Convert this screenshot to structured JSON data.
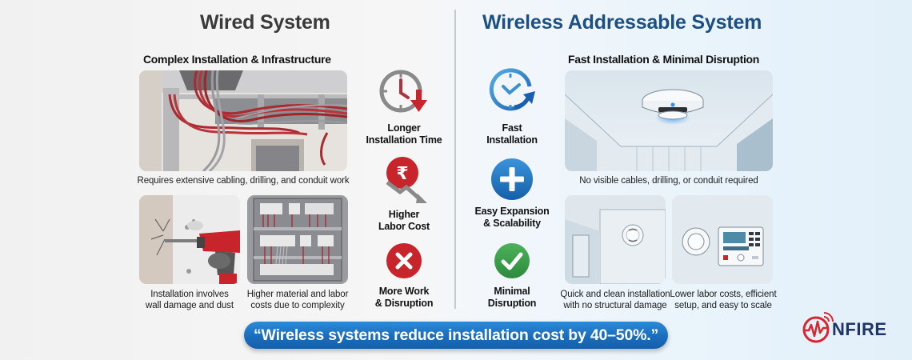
{
  "wired": {
    "title": "Wired System",
    "subtitle": "Complex Installation & Infrastructure",
    "main_image": {
      "description": "ceiling with tangled red and grey cables",
      "caption": "Requires extensive cabling, drilling, and conduit work"
    },
    "sub_images": [
      {
        "description": "drill making hole in wall",
        "caption_line1": "Installation involves",
        "caption_line2": "wall damage and dust"
      },
      {
        "description": "electrical panel with many wires",
        "caption_line1": "Higher material and labor",
        "caption_line2": "costs due to complexity"
      }
    ],
    "icons": [
      {
        "icon": "clock-down-icon",
        "label_line1": "Longer",
        "label_line2": "Installation Time"
      },
      {
        "icon": "rupee-down-icon",
        "label_line1": "Higher",
        "label_line2": "Labor Cost"
      },
      {
        "icon": "x-circle-icon",
        "label_line1": "More Work",
        "label_line2": "& Disruption"
      }
    ]
  },
  "wireless": {
    "title": "Wireless Addressable System",
    "subtitle": "Fast Installation & Minimal Disruption",
    "main_image": {
      "description": "ceiling-mounted wireless smoke detector",
      "caption": "No visible cables, drilling, or conduit required"
    },
    "sub_images": [
      {
        "description": "detector on clean wall",
        "caption_line1": "Quick and clean installation",
        "caption_line2": "with no structural damage"
      },
      {
        "description": "detector and control panel",
        "caption_line1": "Lower labor costs, efficient",
        "caption_line2": "setup, and easy to scale"
      }
    ],
    "icons": [
      {
        "icon": "clock-up-icon",
        "label_line1": "Fast",
        "label_line2": "Installation"
      },
      {
        "icon": "plus-circle-icon",
        "label_line1": "Easy Expansion",
        "label_line2": "& Scalability"
      },
      {
        "icon": "check-circle-icon",
        "label_line1": "Minimal",
        "label_line2": "Disruption"
      }
    ]
  },
  "quote": "“Wireless systems reduce installation cost by 40–50%.”",
  "logo": {
    "text": "NFIRE",
    "mark": "NF"
  },
  "colors": {
    "wired_title": "#3a3a3a",
    "wireless_title": "#1c4f82",
    "red": "#c8242b",
    "blue": "#1a6dbd",
    "green": "#3a9a48",
    "logo_navy": "#1f3566"
  }
}
